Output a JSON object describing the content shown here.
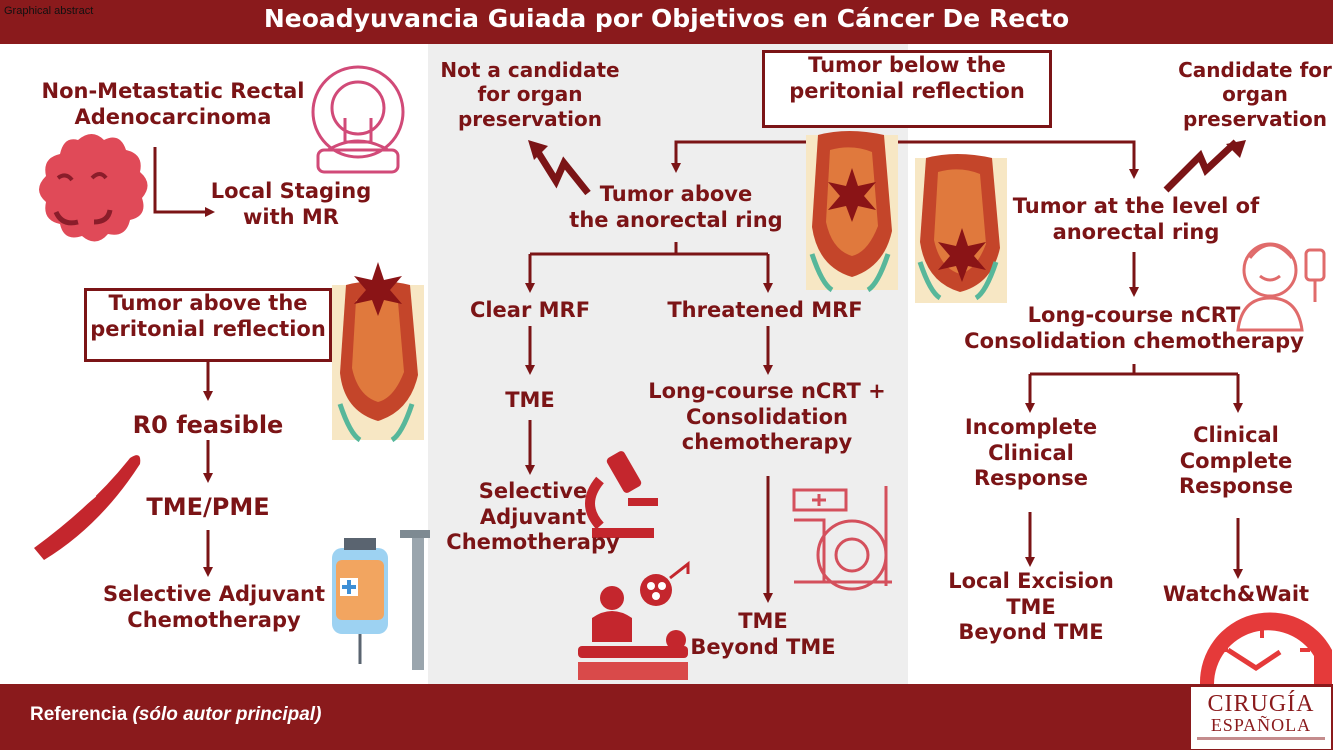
{
  "header": {
    "tag": "Graphical abstract",
    "title": "Neoadyuvancia Guiada por Objetivos en Cáncer De Recto"
  },
  "left": {
    "diagnosis": "Non-Metastatic Rectal\nAdenocarcinoma",
    "staging": "Local Staging\nwith MR",
    "tumor_above_peritoneal": "Tumor above the\nperitonial reflection",
    "r0": "R0 feasible",
    "tme_pme": "TME/PME",
    "adjuvant": "Selective Adjuvant\nChemotherapy"
  },
  "middle": {
    "not_candidate": "Not a candidate\nfor organ\npreservation",
    "tumor_below": "Tumor below the\nperitonial reflection",
    "tumor_above_ring": "Tumor above\nthe anorectal ring",
    "clear_mrf": "Clear MRF",
    "threatened_mrf": "Threatened MRF",
    "tme": "TME",
    "selective_adjuvant": "Selective\nAdjuvant\nChemotherapy",
    "long_course_consol": "Long-course nCRT +\nConsolidation\nchemotherapy",
    "tme_beyond": "TME\nBeyond TME"
  },
  "right": {
    "candidate": "Candidate for\norgan\npreservation",
    "tumor_level_ring": "Tumor at the level of\nanorectal ring",
    "long_course": "Long-course nCRT\nConsolidation chemotherapy",
    "incomplete": "Incomplete\nClinical\nResponse",
    "complete": "Clinical\nComplete\nResponse",
    "local_excision": "Local Excision\nTME\nBeyond TME",
    "watch_wait": "Watch&Wait"
  },
  "footer": {
    "ref_label": "Referencia",
    "ref_note": "(sólo autor principal)",
    "logo_line1": "CIRUGÍA",
    "logo_line2": "ESPAÑOLA"
  },
  "colors": {
    "brand": "#8a1a1c",
    "text": "#7b1416",
    "panel": "#eeeeee"
  }
}
